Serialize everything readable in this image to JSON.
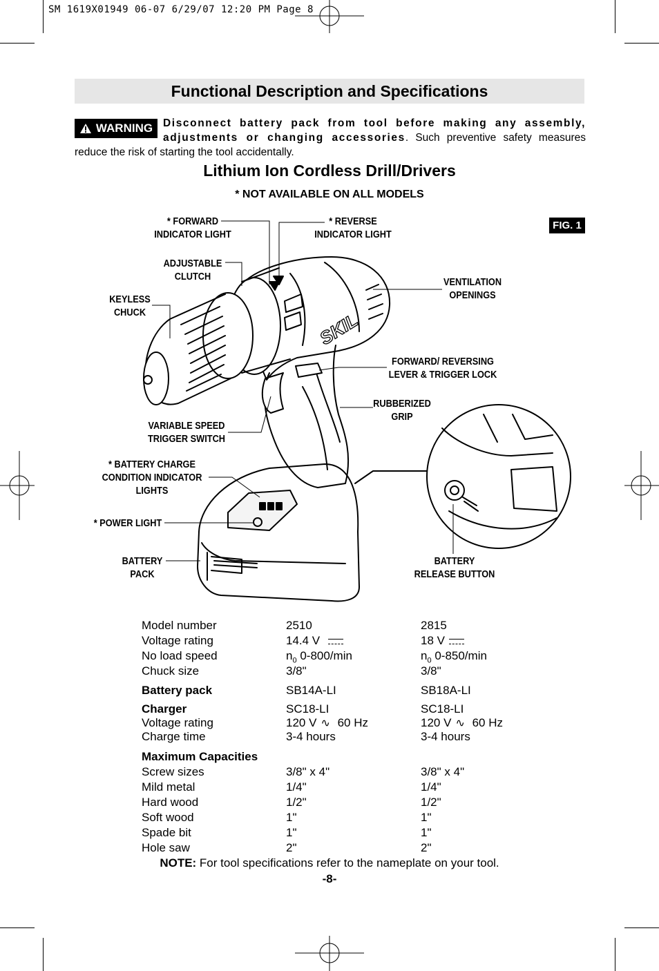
{
  "slug": "SM 1619X01949 06-07  6/29/07  12:20 PM  Page 8",
  "title": "Functional Description and Specifications",
  "warning": {
    "badge": "WARNING",
    "bold": "Disconnect battery pack from tool before making any assembly, adjustments or changing accessories",
    "rest": ". Such preventive safety measures reduce the risk of starting the tool accidentally."
  },
  "subtitle": "Lithium Ion Cordless Drill/Drivers",
  "models_note": "* NOT AVAILABLE ON ALL MODELS",
  "figure": {
    "badge": "FIG. 1",
    "brand": "SKIL",
    "labels": {
      "forward_light": "* FORWARD\nINDICATOR LIGHT",
      "reverse_light": "* REVERSE\nINDICATOR LIGHT",
      "clutch": "ADJUSTABLE\nCLUTCH",
      "chuck": "KEYLESS\nCHUCK",
      "ventilation": "VENTILATION\nOPENINGS",
      "lever": "FORWARD/ REVERSING\nLEVER & TRIGGER LOCK",
      "grip": "RUBBERIZED\nGRIP",
      "trigger": "VARIABLE SPEED\nTRIGGER SWITCH",
      "charge_lights": "* BATTERY CHARGE\nCONDITION INDICATOR\nLIGHTS",
      "power_light": "* POWER LIGHT",
      "battery_pack": "BATTERY\nPACK",
      "release": "BATTERY\nRELEASE BUTTON"
    }
  },
  "specs": {
    "rows": [
      {
        "label": "Model number",
        "a": "2510",
        "b": "2815"
      },
      {
        "label": "Voltage rating",
        "a": "14.4 V",
        "b": "18 V"
      },
      {
        "label": "No load speed",
        "a": "0-800/min",
        "b": "0-850/min",
        "prefix": "n",
        "sub": "0"
      },
      {
        "label": "Chuck size",
        "a": "3/8\"",
        "b": "3/8\""
      },
      {
        "label": "Battery pack",
        "a": "SB14A-LI",
        "b": "SB18A-LI"
      },
      {
        "label": "Charger",
        "a": "SC18-LI",
        "b": "SC18-LI"
      },
      {
        "label": "Voltage rating",
        "a": "120 V",
        "b": "120 V",
        "hz": "60 Hz"
      },
      {
        "label": "Charge time",
        "a": "3-4 hours",
        "b": "3-4 hours"
      },
      {
        "label": "Maximum Capacities"
      },
      {
        "label": "Screw sizes",
        "a": "3/8\" x 4\"",
        "b": "3/8\" x 4\""
      },
      {
        "label": "Mild metal",
        "a": "1/4\"",
        "b": "1/4\""
      },
      {
        "label": "Hard wood",
        "a": "1/2\"",
        "b": "1/2\""
      },
      {
        "label": "Soft wood",
        "a": "1\"",
        "b": "1\""
      },
      {
        "label": "Spade bit",
        "a": "1\"",
        "b": "1\""
      },
      {
        "label": "Hole saw",
        "a": "2\"",
        "b": "2\""
      }
    ]
  },
  "note": {
    "bold": "NOTE:",
    "text": " For tool specifications refer to the nameplate on your tool."
  },
  "page_number": "-8-"
}
